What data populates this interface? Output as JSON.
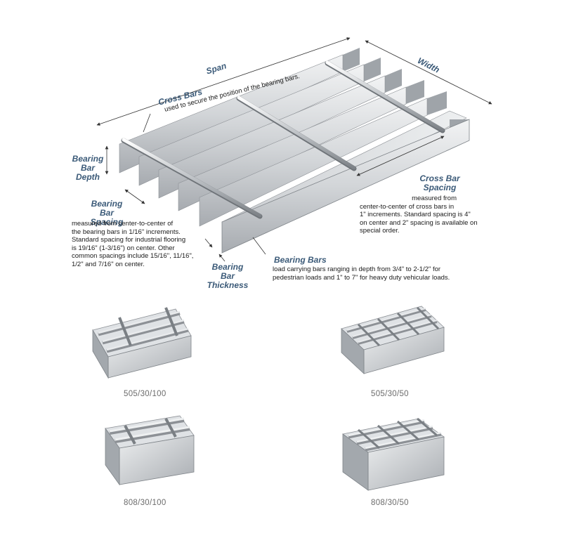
{
  "labels": {
    "span": "Span",
    "width": "Width",
    "cross_bars": "Cross Bars",
    "cross_bars_desc": "used to secure the position of the bearing bars.",
    "bearing_bar_depth": [
      "Bearing",
      "Bar",
      "Depth"
    ],
    "bearing_bar_spacing": [
      "Bearing Bar",
      "Spacing"
    ],
    "bearing_bar_spacing_desc": [
      "measured from center-to-center of",
      "the bearing bars in 1/16\" increments.",
      "Standard spacing for industrial flooring",
      "is 19/16\" (1-3/16\") on center.  Other",
      "common spacings include 15/16\", 11/16\",",
      "1/2\" and 7/16\" on center."
    ],
    "cross_bar_spacing": [
      "Cross Bar",
      "Spacing"
    ],
    "cross_bar_spacing_desc": [
      "measured from",
      "center-to-center of cross bars in",
      "1\" increments. Standard spacing is 4\"",
      "on center and 2\" spacing is available on",
      "special order."
    ],
    "bearing_bar_thickness": [
      "Bearing Bar",
      "Thickness"
    ],
    "bearing_bars": "Bearing Bars",
    "bearing_bars_desc": [
      "load carrying bars ranging in depth from 3/4\" to 2-1/2\" for",
      "pedestrian loads and 1\" to 7\" for heavy duty vehicular loads."
    ]
  },
  "products": [
    {
      "code": "505/30/100"
    },
    {
      "code": "505/30/50"
    },
    {
      "code": "808/30/100"
    },
    {
      "code": "808/30/50"
    }
  ],
  "colors": {
    "label": "#3b5a78",
    "steel_light": "#e6e8ea",
    "steel_mid": "#b9bdc1",
    "steel_dark": "#8a8f94"
  }
}
